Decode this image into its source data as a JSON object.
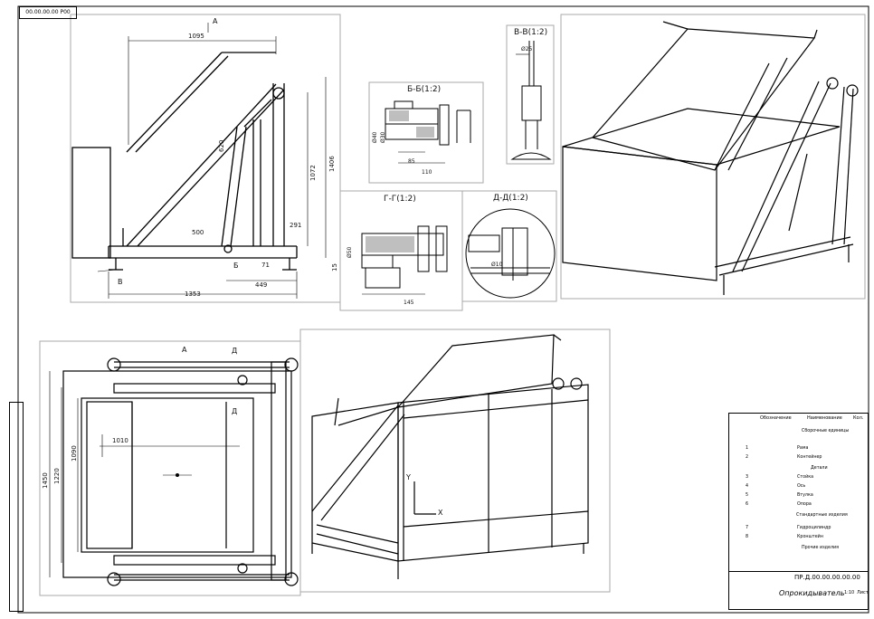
{
  "stamp": {
    "top_code": "00.00.00.00 Р00"
  },
  "view_main": {
    "section_mark": "A",
    "dim_top": "1095",
    "dim_bottom": "1353",
    "dim_right_tall": "1406",
    "dim_right_inner": "1072",
    "dim_mid": "500",
    "dim_diag": "620",
    "dim_base_right": "449",
    "dim_small_a": "291",
    "dim_small_b": "71",
    "dim_small_c": "15",
    "mark_b": "Б",
    "mark_v": "В"
  },
  "section_bb": {
    "title": "Б-Б(1:2)",
    "d1": "Ø40",
    "d2": "Ø30",
    "w1": "85",
    "w2": "110"
  },
  "section_vv": {
    "title": "В-В(1:2)",
    "d1": "Ø25"
  },
  "section_gg": {
    "title": "Г-Г(1:2)",
    "d1": "Ø50",
    "w1": "145"
  },
  "section_dd": {
    "title": "Д-Д(1:2)",
    "d1": "Ø10"
  },
  "plan_view": {
    "mark_a": "A",
    "mark_d": "Д",
    "dim_left_outer": "1450",
    "dim_left_mid": "1220",
    "dim_left_inner": "1090",
    "dim_inner": "1010"
  },
  "axis": {
    "x": "X",
    "y": "Y"
  },
  "title_block": {
    "code": "ПР.Д.00.00.00.00.00",
    "title": "Опрокидыватель",
    "header_name": "Обозначение",
    "header_desc": "Наименование",
    "header_qty": "Кол.",
    "section_assembly": "Сборочные единицы",
    "section_parts": "Детали",
    "section_std": "Стандартные изделия",
    "section_other": "Прочие изделия",
    "rows": [
      {
        "pos": "1",
        "desc": "Рама"
      },
      {
        "pos": "2",
        "desc": "Контейнер"
      },
      {
        "pos": "3",
        "desc": "Стойка"
      },
      {
        "pos": "4",
        "desc": "Ось"
      },
      {
        "pos": "5",
        "desc": "Втулка"
      },
      {
        "pos": "6",
        "desc": "Опора"
      },
      {
        "pos": "7",
        "desc": "Гидроцилиндр"
      },
      {
        "pos": "8",
        "desc": "Кронштейн"
      }
    ],
    "scale": "1:10",
    "sheet": "Лист"
  }
}
